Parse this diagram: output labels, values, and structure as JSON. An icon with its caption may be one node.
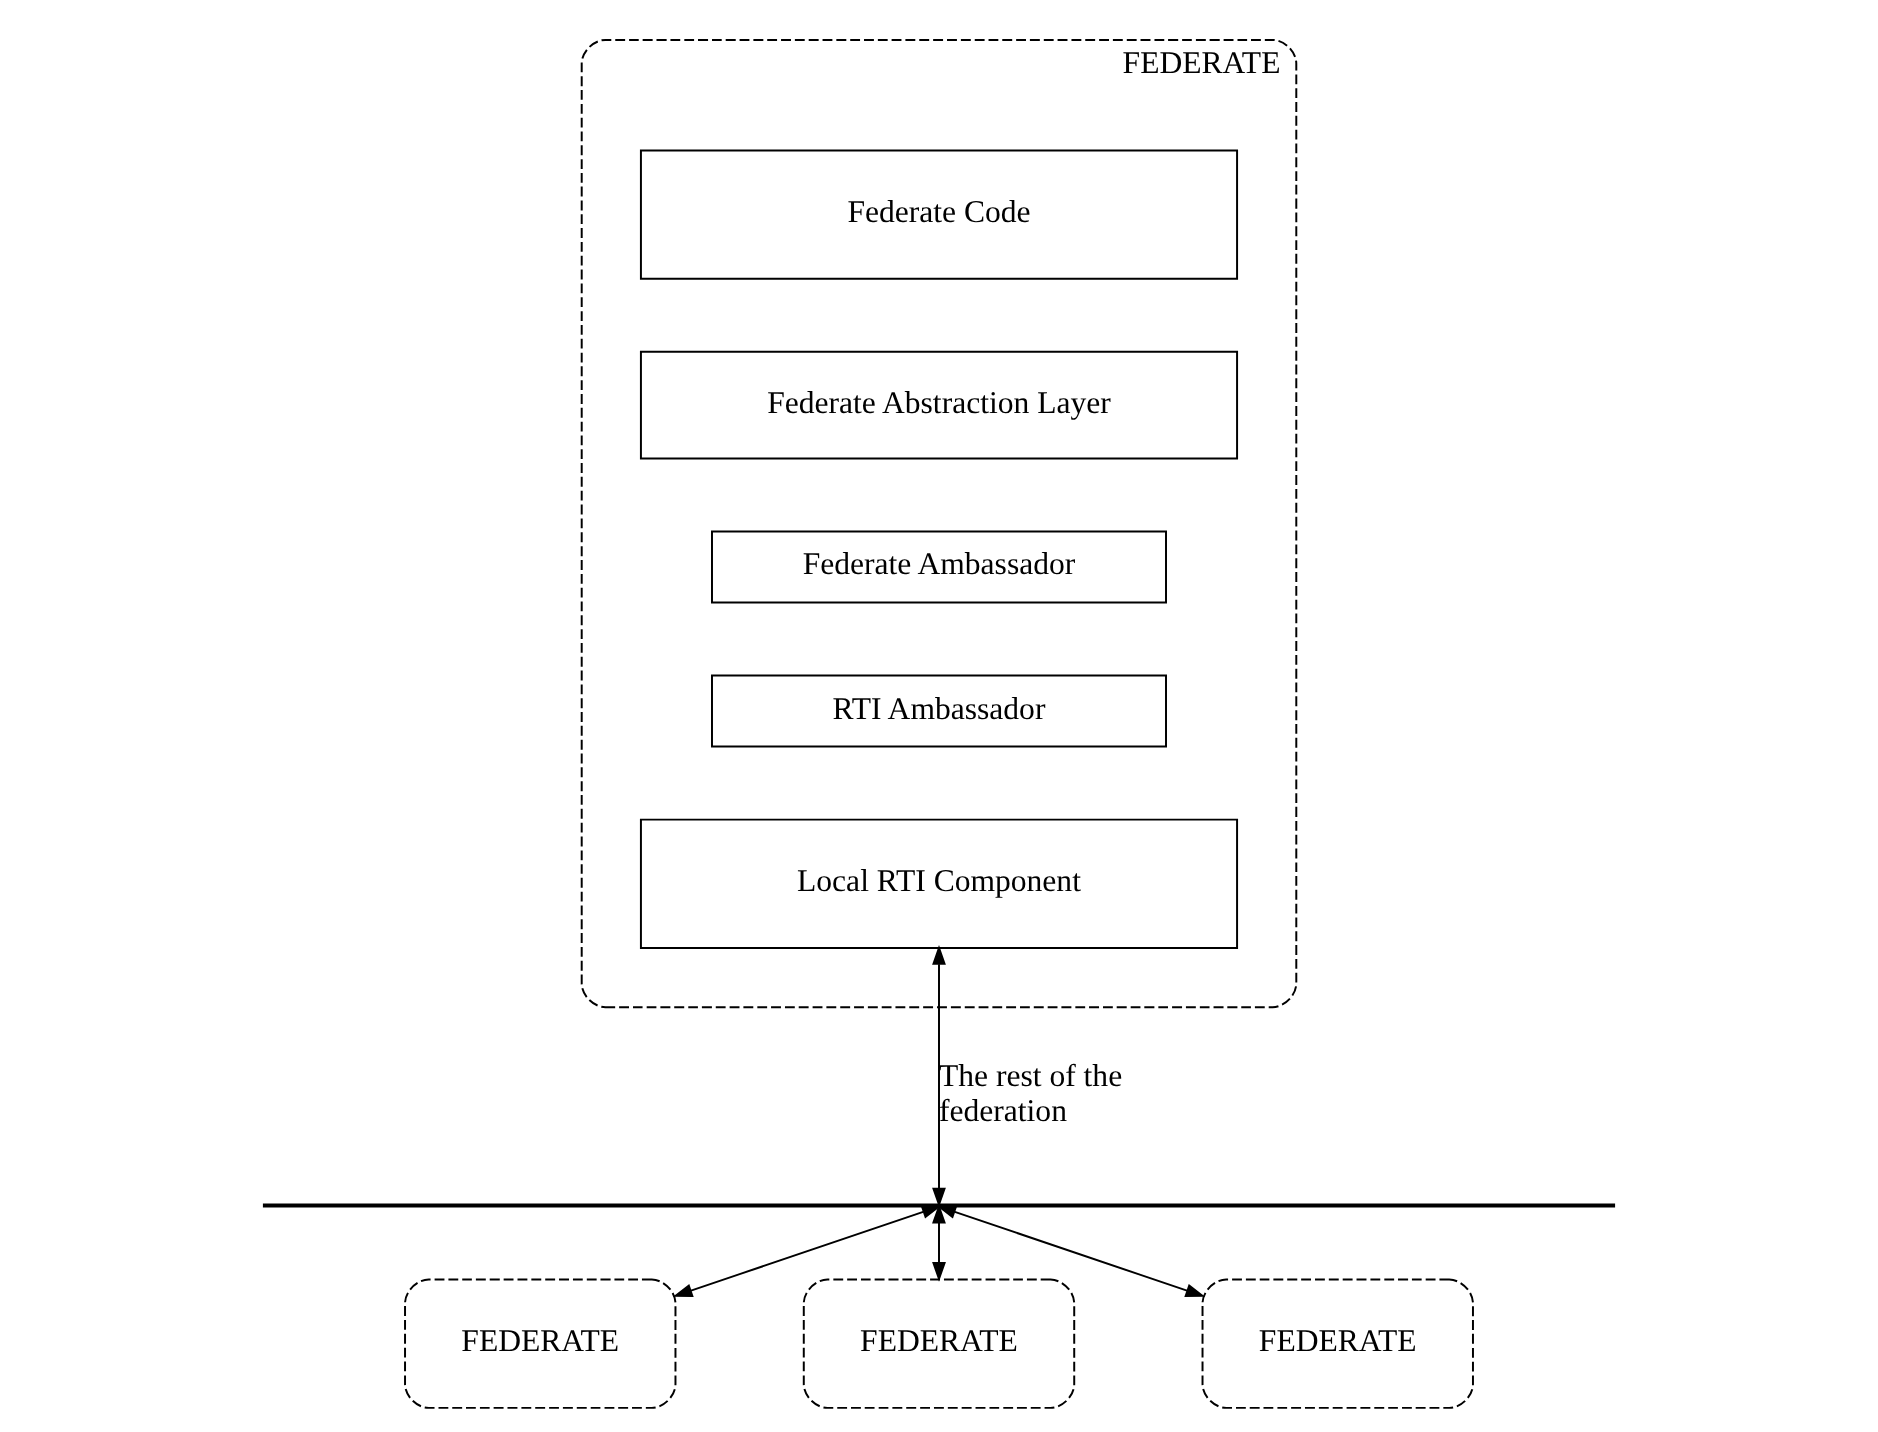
{
  "diagram": {
    "nodes": [
      {
        "text": [
          "FEDERATE"
        ]
      },
      {
        "text": [
          "Federate Code"
        ],
        "in": 0
      },
      {
        "text": [
          "Federate Abstraction Layer"
        ],
        "in": 0
      },
      {
        "text": [
          "Federate Ambassador"
        ],
        "in": 0
      },
      {
        "text": [
          "RTI Ambassador"
        ],
        "in": 0
      },
      {
        "text": [
          "Local RTI Component"
        ],
        "in": 0
      },
      {
        "text": [],
        "shape": "bar"
      },
      {
        "text": [
          "FEDERATE"
        ]
      },
      {
        "text": [
          "FEDERATE"
        ]
      },
      {
        "text": [
          "FEDERATE"
        ]
      }
    ],
    "edges": [
      {
        "from": 5,
        "to": 6,
        "arrow": "both",
        "label": "The rest of the federation"
      },
      {
        "from": 6,
        "to": 7,
        "arrow": "both"
      },
      {
        "from": 6,
        "to": 8,
        "arrow": "both"
      },
      {
        "from": 6,
        "to": 9,
        "arrow": "both"
      }
    ]
  }
}
